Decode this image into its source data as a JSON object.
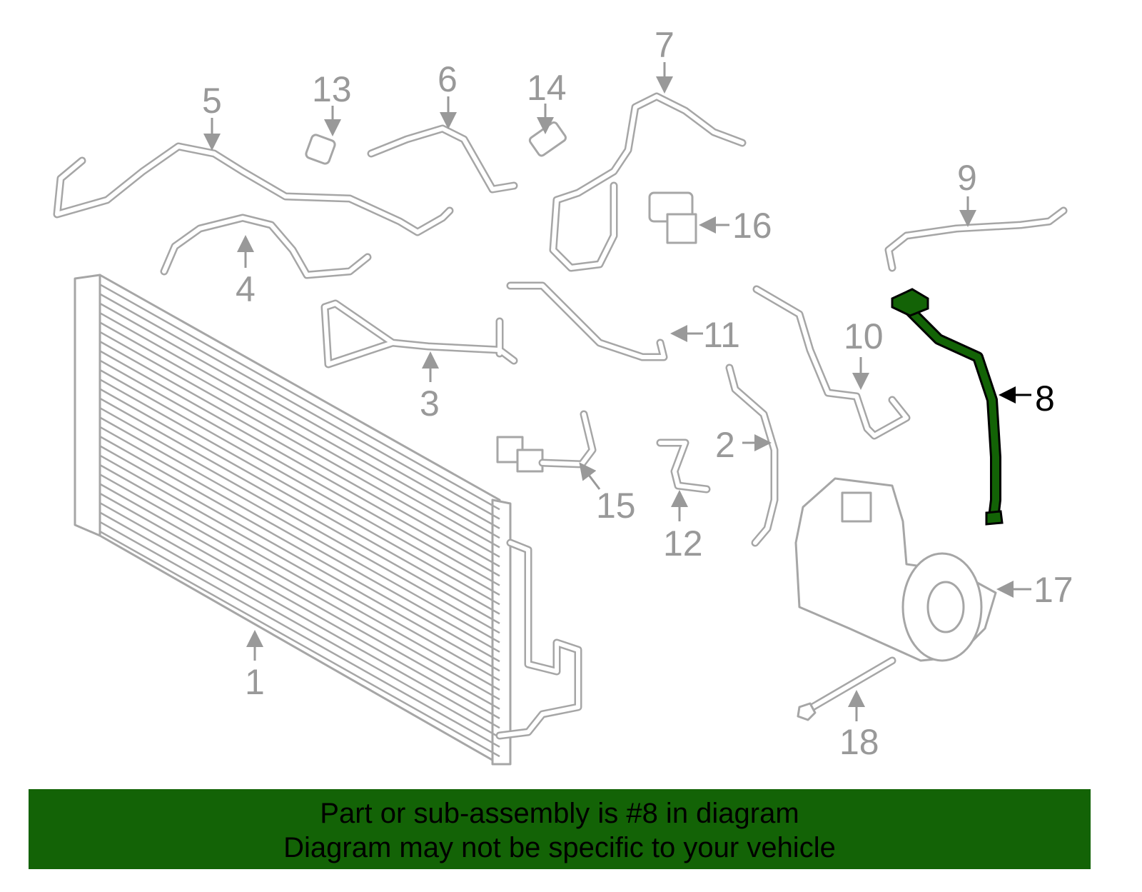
{
  "diagram": {
    "highlight_part": "8",
    "highlight_color": "#136306",
    "part_color": "#a6a6a6",
    "callouts": [
      "1",
      "2",
      "3",
      "4",
      "5",
      "6",
      "7",
      "8",
      "9",
      "10",
      "11",
      "12",
      "13",
      "14",
      "15",
      "16",
      "17",
      "18"
    ]
  },
  "banner": {
    "line1": "Part or sub-assembly is #8 in diagram",
    "line2": "Diagram may not be specific to your vehicle",
    "background": "#136306"
  }
}
